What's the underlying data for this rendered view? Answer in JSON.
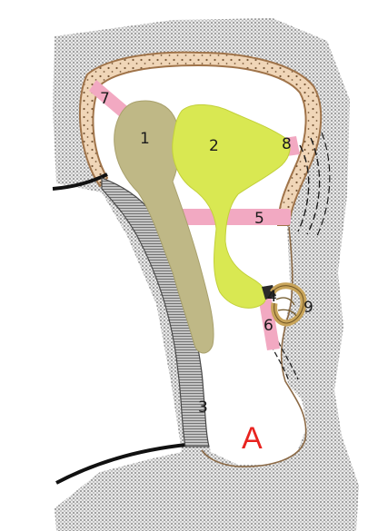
{
  "labels": {
    "n1": "1",
    "n2": "2",
    "n3": "3",
    "n4": "4",
    "n5": "5",
    "n6": "6",
    "n7": "7",
    "n8": "8",
    "n9": "9",
    "A": "A"
  },
  "colors": {
    "background_stipple": "#bdbdbd",
    "bone_wall_fill": "#f0d6b8",
    "bone_wall_outline": "#a0744a",
    "ossicle_1": "#bfb886",
    "structure_2": "#d9e852",
    "ligament_pink": "#f2a9c2",
    "hatched_band": "#b9b9b9",
    "ring_9": "#c8a45a",
    "label_A": "#e8231f"
  }
}
